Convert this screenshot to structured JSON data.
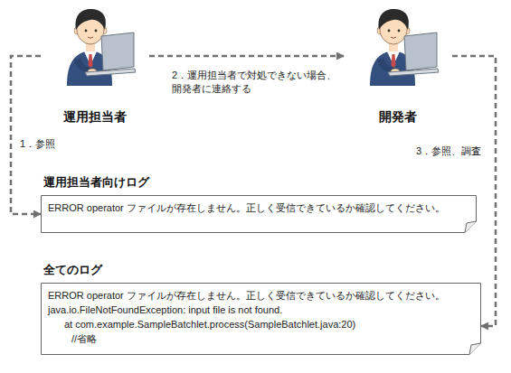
{
  "diagram": {
    "nodes": [
      {
        "text": [
          "運用担当者"
        ]
      },
      {
        "text": [
          "開発者"
        ]
      },
      {
        "text": [
          "運用担当者向けログ",
          "ERROR operator ファイルが存在しません。正しく受信できているか確認してください。"
        ]
      },
      {
        "text": [
          "全てのログ",
          "ERROR operator ファイルが存在しません。正しく受信できているか確認してください。",
          "java.io.FileNotFoundException: input file is not found.",
          "at com.example.SampleBatchlet.process(SampleBatchlet.java:20)",
          "//省略"
        ]
      }
    ],
    "edges": [
      {
        "from": 0,
        "to": 1,
        "arrow": "to",
        "label": "2．運用担当者で対処できない場合、開発者に連絡する"
      },
      {
        "from": 0,
        "to": 2,
        "arrow": "to",
        "label": "1．参照"
      },
      {
        "from": 1,
        "to": 3,
        "arrow": "to",
        "label": "3．参照、調査"
      }
    ]
  }
}
